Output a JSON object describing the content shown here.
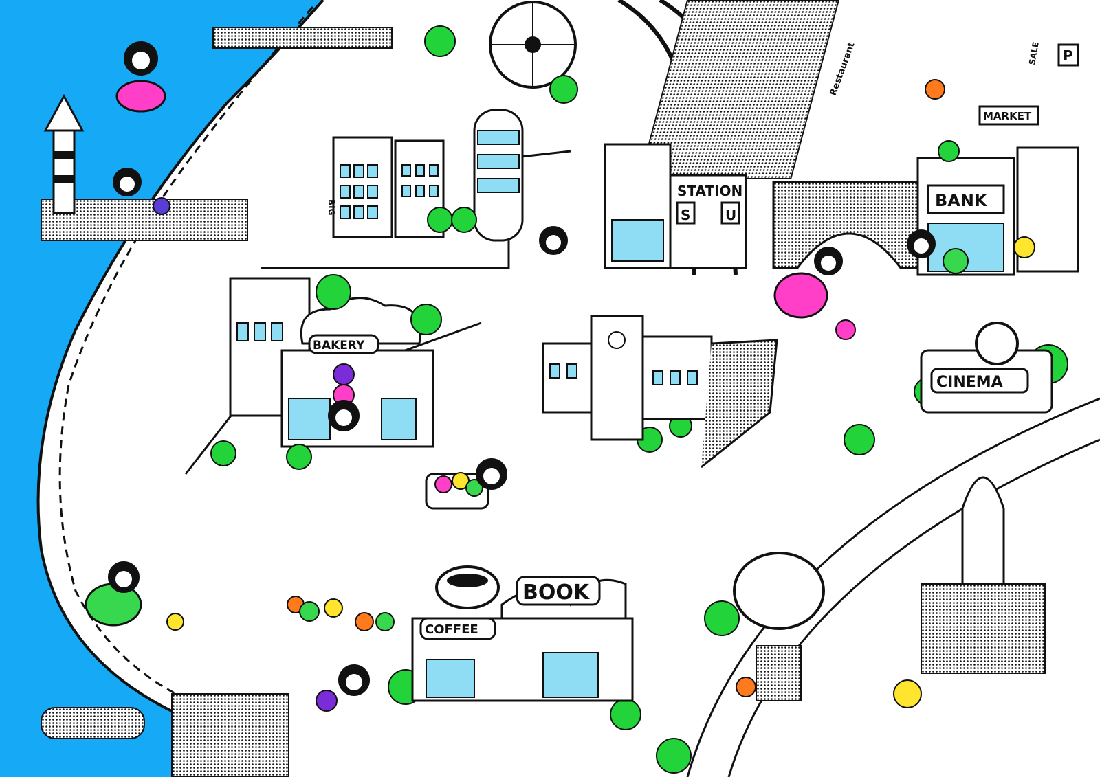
{
  "colors": {
    "sea": "#16a9f5",
    "window": "#8fdcf5",
    "tree": "#22d43a",
    "ink": "#111111",
    "pink": "#ff3fc8"
  },
  "signs": {
    "station": "STATION",
    "station_s": "S",
    "station_u": "U",
    "bank": "BANK",
    "market": "MARKET",
    "cinema": "CINEMA",
    "bakery": "BAKERY",
    "book": "BOOK",
    "coffee": "COFFEE",
    "big": "BIG",
    "restaurant": "Restaurant",
    "sale": "SALE",
    "parking": "P"
  }
}
